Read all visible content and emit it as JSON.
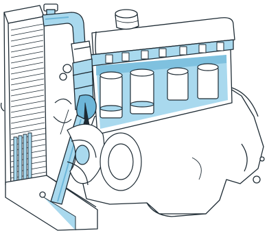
{
  "figure": {
    "subject": "engine-cooling-system-illustration",
    "colors": {
      "background": "#ffffff",
      "ink": "#1d2a33",
      "coolant": "#a9d9ee",
      "coolant_dark": "#6db6d8",
      "metal_light": "#ffffff"
    },
    "components": [
      "radiator",
      "radiator-cap",
      "upper-hose",
      "thermostat-housing",
      "water-pump",
      "lower-hose",
      "cylinder-block",
      "cylinder-head",
      "oil-filler-cap",
      "crankcase",
      "fan",
      "water-jacket",
      "cylinders"
    ]
  }
}
